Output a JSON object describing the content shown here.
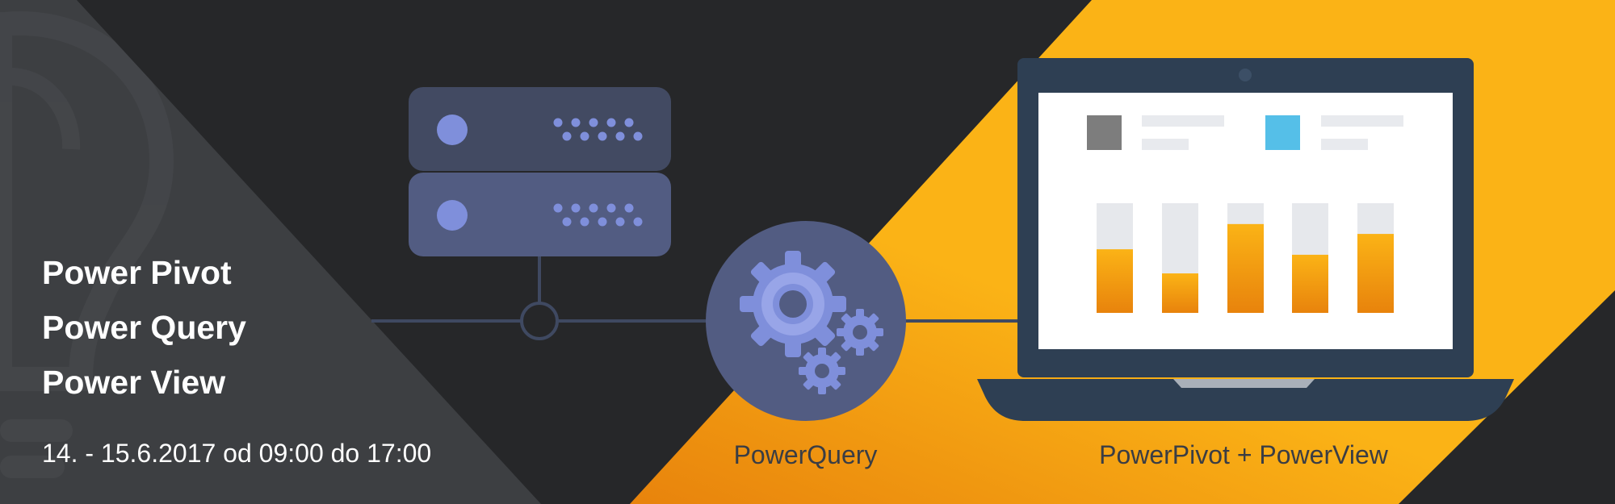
{
  "banner": {
    "titles": [
      "Power Pivot",
      "Power Query",
      "Power View"
    ],
    "date": "14. - 15.6.2017 od 09:00 do 17:00",
    "captions": {
      "powerquery": "PowerQuery",
      "powerpivot_powerview": "PowerPivot + PowerView"
    }
  },
  "dashboard": {
    "bar_fill_levels": [
      0.58,
      0.36,
      0.81,
      0.53,
      0.72
    ]
  },
  "colors": {
    "background": "#262729",
    "accent_yellow": "#fbb316",
    "accent_orange": "#e8830c",
    "server_blue": "#4f5a7e",
    "gear_blue": "#7f8fdb",
    "laptop_navy": "#2e3f53",
    "legend_gray": "#7d7d7d",
    "legend_cyan": "#55bfe8"
  },
  "icons": [
    "bulb-watermark-icon",
    "server-icon",
    "gears-icon",
    "laptop-icon"
  ]
}
